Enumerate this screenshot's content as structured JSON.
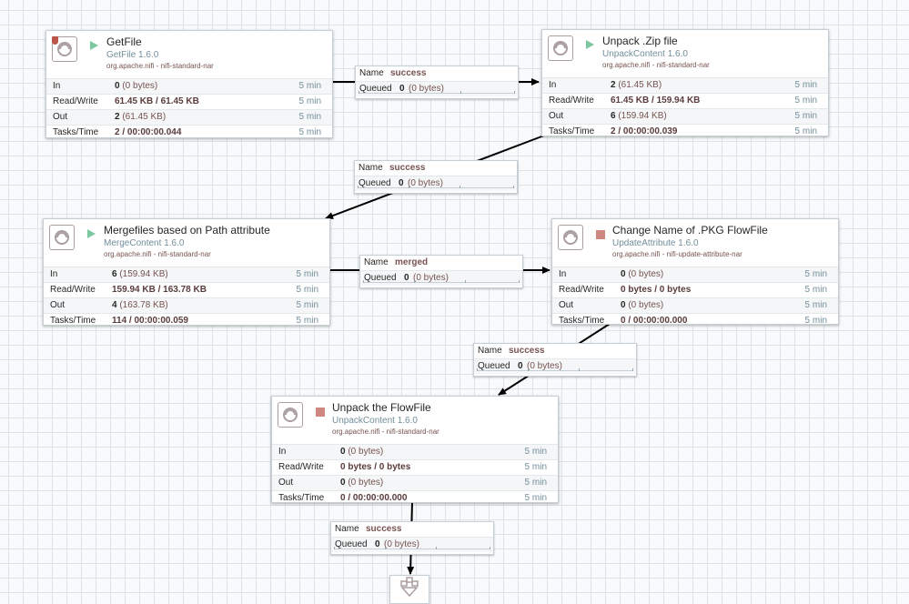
{
  "processors": [
    {
      "name": "GetFile",
      "type": "GetFile 1.6.0",
      "bundle": "org.apache.nifi - nifi-standard-nar",
      "state": "running",
      "stats": {
        "in_count": "0",
        "in_size": "(0 bytes)",
        "read_write": "61.45 KB / 61.45 KB",
        "out_count": "2",
        "out_size": "(61.45 KB)",
        "tasks_time": "2 / 00:00:00.044",
        "window": "5 min"
      },
      "labels": {
        "in": "In",
        "rw": "Read/Write",
        "out": "Out",
        "tasks": "Tasks/Time"
      }
    },
    {
      "name": "Unpack .Zip file",
      "type": "UnpackContent 1.6.0",
      "bundle": "org.apache.nifi - nifi-standard-nar",
      "state": "running",
      "stats": {
        "in_count": "2",
        "in_size": "(61.45 KB)",
        "read_write": "61.45 KB / 159.94 KB",
        "out_count": "6",
        "out_size": "(159.94 KB)",
        "tasks_time": "2 / 00:00:00.039",
        "window": "5 min"
      },
      "labels": {
        "in": "In",
        "rw": "Read/Write",
        "out": "Out",
        "tasks": "Tasks/Time"
      }
    },
    {
      "name": "Mergefiles based on Path attribute",
      "type": "MergeContent 1.6.0",
      "bundle": "org.apache.nifi - nifi-standard-nar",
      "state": "running",
      "stats": {
        "in_count": "6",
        "in_size": "(159.94 KB)",
        "read_write": "159.94 KB / 163.78 KB",
        "out_count": "4",
        "out_size": "(163.78 KB)",
        "tasks_time": "114 / 00:00:00.059",
        "window": "5 min"
      },
      "labels": {
        "in": "In",
        "rw": "Read/Write",
        "out": "Out",
        "tasks": "Tasks/Time"
      }
    },
    {
      "name": "Change Name of .PKG FlowFile",
      "type": "UpdateAttribute 1.6.0",
      "bundle": "org.apache.nifi - nifi-update-attribute-nar",
      "state": "stopped",
      "stats": {
        "in_count": "0",
        "in_size": "(0 bytes)",
        "read_write": "0 bytes / 0 bytes",
        "out_count": "0",
        "out_size": "(0 bytes)",
        "tasks_time": "0 / 00:00:00.000",
        "window": "5 min"
      },
      "labels": {
        "in": "In",
        "rw": "Read/Write",
        "out": "Out",
        "tasks": "Tasks/Time"
      }
    },
    {
      "name": "Unpack the FlowFile",
      "type": "UnpackContent 1.6.0",
      "bundle": "org.apache.nifi - nifi-standard-nar",
      "state": "stopped",
      "stats": {
        "in_count": "0",
        "in_size": "(0 bytes)",
        "read_write": "0 bytes / 0 bytes",
        "out_count": "0",
        "out_size": "(0 bytes)",
        "tasks_time": "0 / 00:00:00.000",
        "window": "5 min"
      },
      "labels": {
        "in": "In",
        "rw": "Read/Write",
        "out": "Out",
        "tasks": "Tasks/Time"
      }
    }
  ],
  "connections": [
    {
      "name_label": "Name",
      "name": "success",
      "queued_label": "Queued",
      "queued_count": "0",
      "queued_size": "(0 bytes)"
    },
    {
      "name_label": "Name",
      "name": "success",
      "queued_label": "Queued",
      "queued_count": "0",
      "queued_size": "(0 bytes)"
    },
    {
      "name_label": "Name",
      "name": "merged",
      "queued_label": "Queued",
      "queued_count": "0",
      "queued_size": "(0 bytes)"
    },
    {
      "name_label": "Name",
      "name": "success",
      "queued_label": "Queued",
      "queued_count": "0",
      "queued_size": "(0 bytes)"
    },
    {
      "name_label": "Name",
      "name": "success",
      "queued_label": "Queued",
      "queued_count": "0",
      "queued_size": "(0 bytes)"
    }
  ],
  "icons": {
    "processor": "processor-icon",
    "running": "run-icon",
    "stopped": "stop-icon",
    "restricted": "restricted-badge-icon",
    "funnel": "funnel-icon"
  },
  "colors": {
    "running": "#7dc7a0",
    "stopped": "#ba554a",
    "accent": "#728e9b",
    "value": "#775351"
  }
}
